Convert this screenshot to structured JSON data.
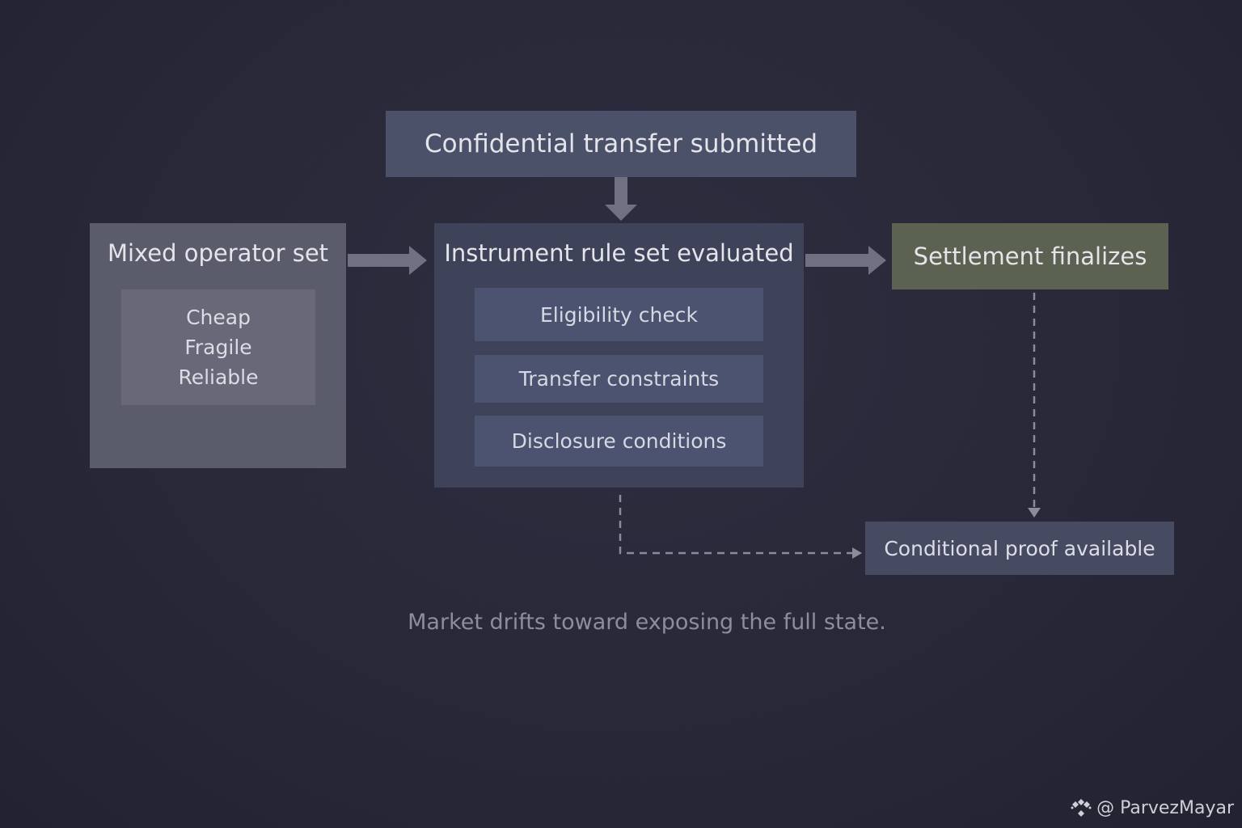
{
  "nodes": {
    "top": "Confidential transfer submitted",
    "left": {
      "title": "Mixed operator set",
      "items": [
        "Cheap",
        "Fragile",
        "Reliable"
      ]
    },
    "middle": {
      "title": "Instrument rule set evaluated",
      "items": [
        "Eligibility check",
        "Transfer constraints",
        "Disclosure conditions"
      ]
    },
    "settlement": "Settlement finalizes",
    "conditional": "Conditional proof available"
  },
  "caption": "Market drifts toward exposing the full state.",
  "watermark": "@ ParvezMayar",
  "colors": {
    "background": "#27273a",
    "settlement": "#5b6251",
    "arrow": "#6f7182"
  }
}
